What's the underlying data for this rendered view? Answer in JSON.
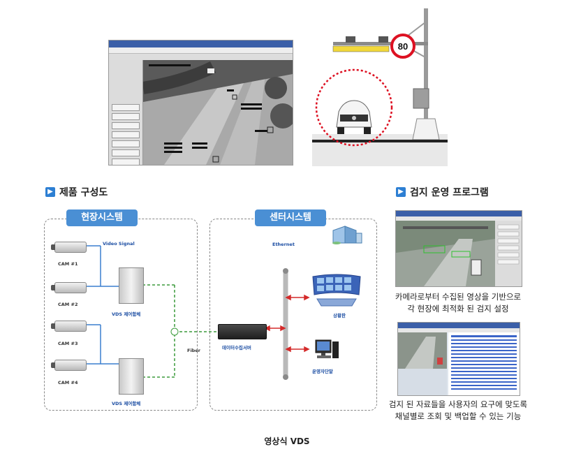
{
  "sections": {
    "product": "제품 구성도",
    "program": "검지 운영 프로그램"
  },
  "field_system": {
    "label": "현장시스템",
    "cams": [
      "CAM #1",
      "CAM #2",
      "CAM #3",
      "CAM #4"
    ],
    "video_signal": "Video Signal",
    "vds_unit": "VDS 제어함체",
    "fiber": "Fiber"
  },
  "center_system": {
    "label": "센터시스템",
    "ethernet": "Ethernet",
    "server": "데이터수집서버",
    "situation_board": "상황판",
    "operator_terminal": "운영자단말"
  },
  "sign": {
    "speed": "80"
  },
  "captions": {
    "first": [
      "카메라로부터 수집된 영상을 기반으로",
      "각 현장에 최적화 된 검지 설정"
    ],
    "second": [
      "검지 된 자료들을 사용자의 요구에 맞도록",
      "채널별로 조회 및 백업할 수 있는 기능"
    ]
  },
  "footer": "영상식 VDS",
  "colors": {
    "accent": "#4a8fd4",
    "fiber": "#3a9a3a",
    "arrow": "#d42a2a"
  }
}
